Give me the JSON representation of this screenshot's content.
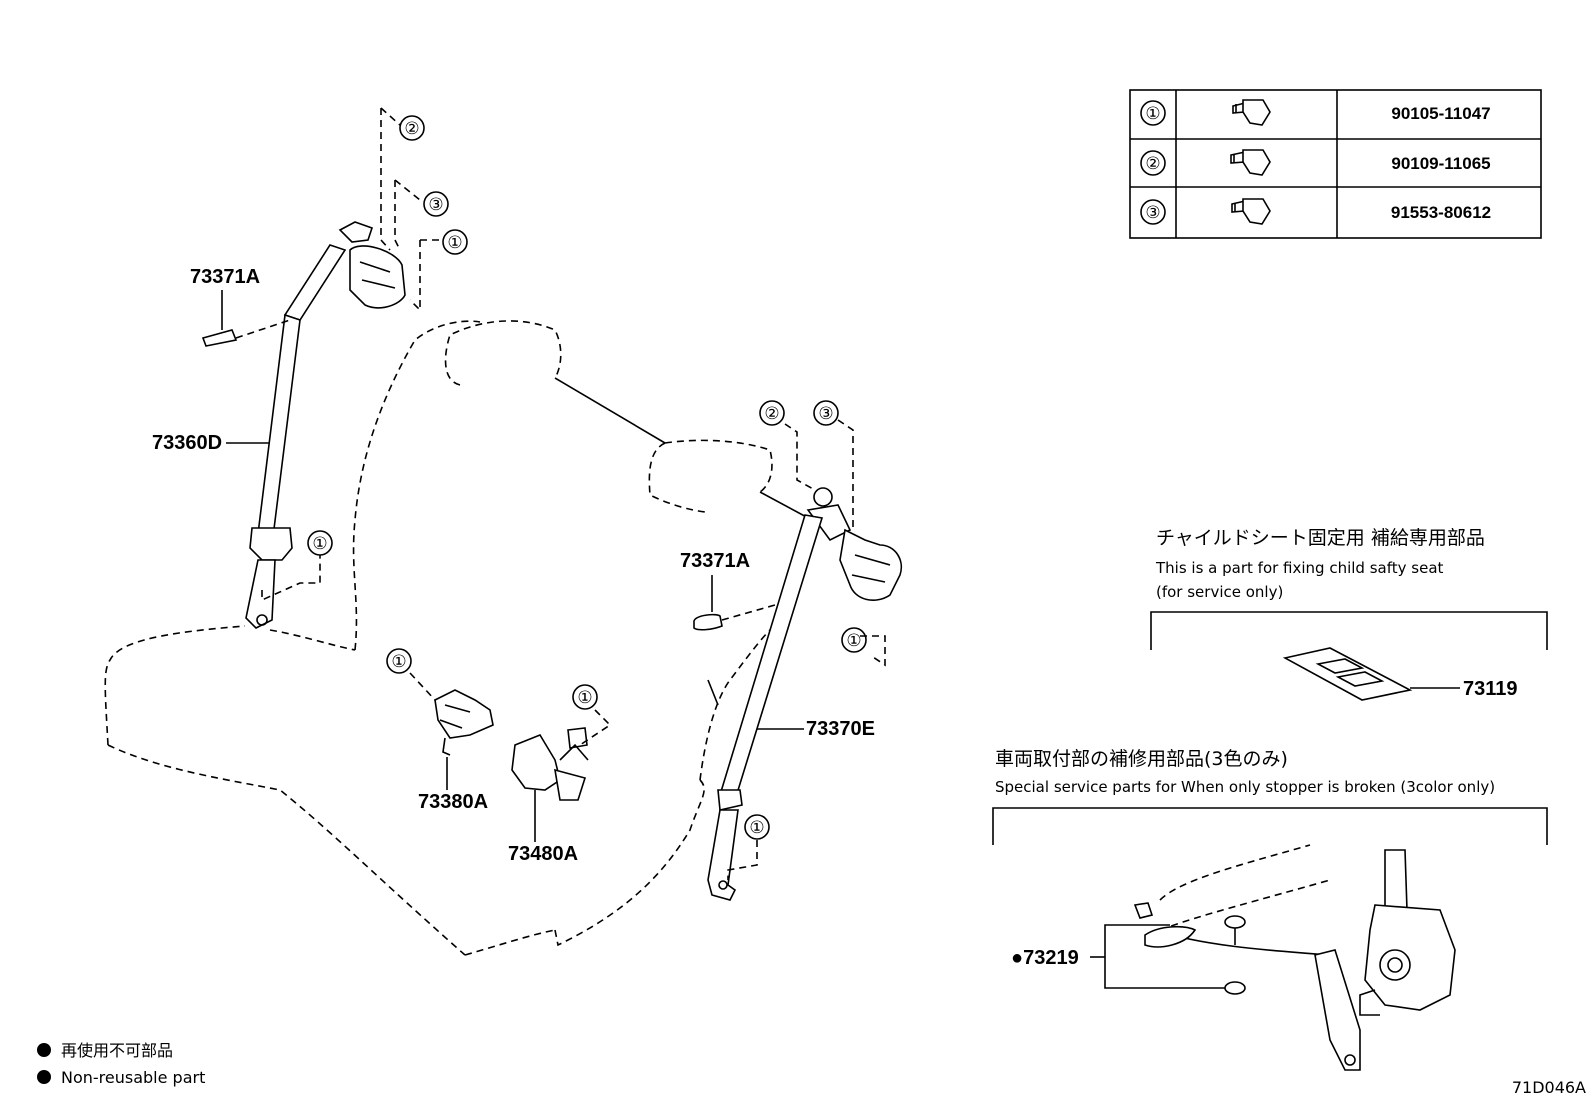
{
  "callouts": {
    "c1": "①",
    "c2": "②",
    "c3": "③"
  },
  "part_labels": {
    "p73371A_left": "73371A",
    "p73360D": "73360D",
    "p73371A_right": "73371A",
    "p73370E": "73370E",
    "p73380A": "73380A",
    "p73480A": "73480A",
    "p73119": "73119",
    "p73219": "●73219"
  },
  "bolt_table": {
    "rows": [
      {
        "ref": "①",
        "part_number": "90105-11047"
      },
      {
        "ref": "②",
        "part_number": "90109-11065"
      },
      {
        "ref": "③",
        "part_number": "91553-80612"
      }
    ]
  },
  "child_seat_note": {
    "jp": "チャイルドシート固定用 補給専用部品",
    "en1": "This is a part for fixing child safty seat",
    "en2": "(for service only)"
  },
  "stopper_note": {
    "jp": "車両取付部の補修用部品(3色のみ)",
    "en": "Special service parts for When only stopper is broken (3color only)"
  },
  "legend": {
    "jp": "再使用不可部品",
    "en": "Non-reusable part"
  },
  "diagram_code": "71D046A"
}
